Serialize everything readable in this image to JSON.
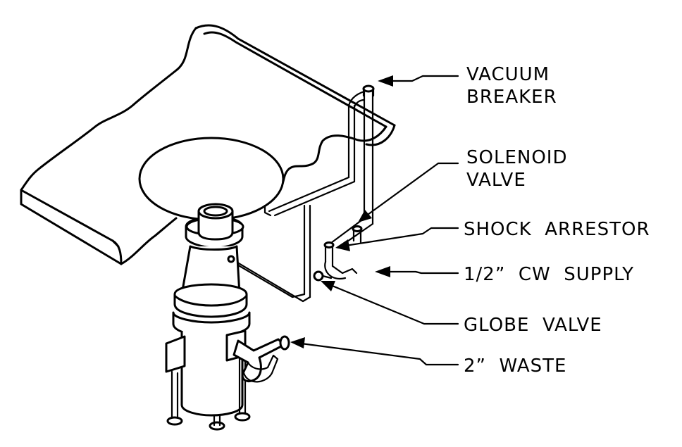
{
  "labels": {
    "vacuum_breaker_line1": "VACUUM",
    "vacuum_breaker_line2": "BREAKER",
    "solenoid_valve_line1": "SOLENOID",
    "solenoid_valve_line2": "VALVE",
    "shock_arrestor": "SHOCK  ARRESTOR",
    "cw_supply": "1/2”  CW  SUPPLY",
    "globe_valve": "GLOBE  VALVE",
    "waste": "2”  WASTE"
  },
  "colors": {
    "line": "#000000",
    "background": "#ffffff"
  }
}
